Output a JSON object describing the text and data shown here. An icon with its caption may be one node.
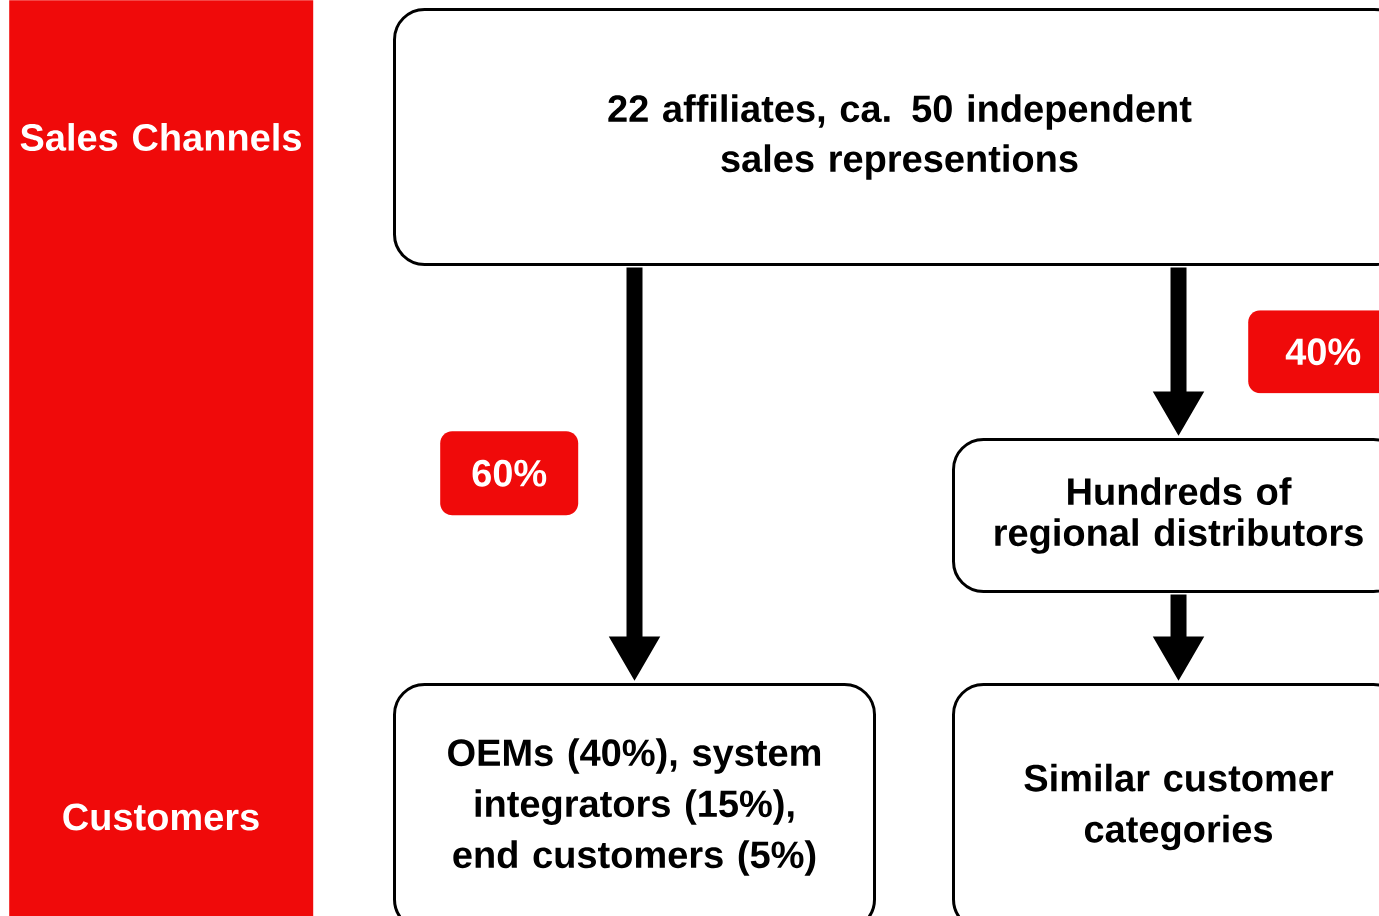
{
  "diagram": {
    "nodes": [
      {
        "text": [
          "Sales Channels",
          "Customers"
        ]
      },
      {
        "text": [
          "22 affiliates, ca. 50 independent sales representions"
        ]
      },
      {
        "text": [
          "60%"
        ]
      },
      {
        "text": [
          "40%"
        ]
      },
      {
        "text": [
          "Hundreds of regional distributors"
        ]
      },
      {
        "text": [
          "OEMs (40%), system integrators (15%), end customers (5%)"
        ]
      },
      {
        "text": [
          "Similar customer categories"
        ]
      }
    ],
    "edges": [
      {
        "from": 1,
        "to": 5,
        "arrow": "to"
      },
      {
        "from": 1,
        "to": 4,
        "arrow": "to"
      },
      {
        "from": 4,
        "to": 6,
        "arrow": "to"
      }
    ]
  }
}
